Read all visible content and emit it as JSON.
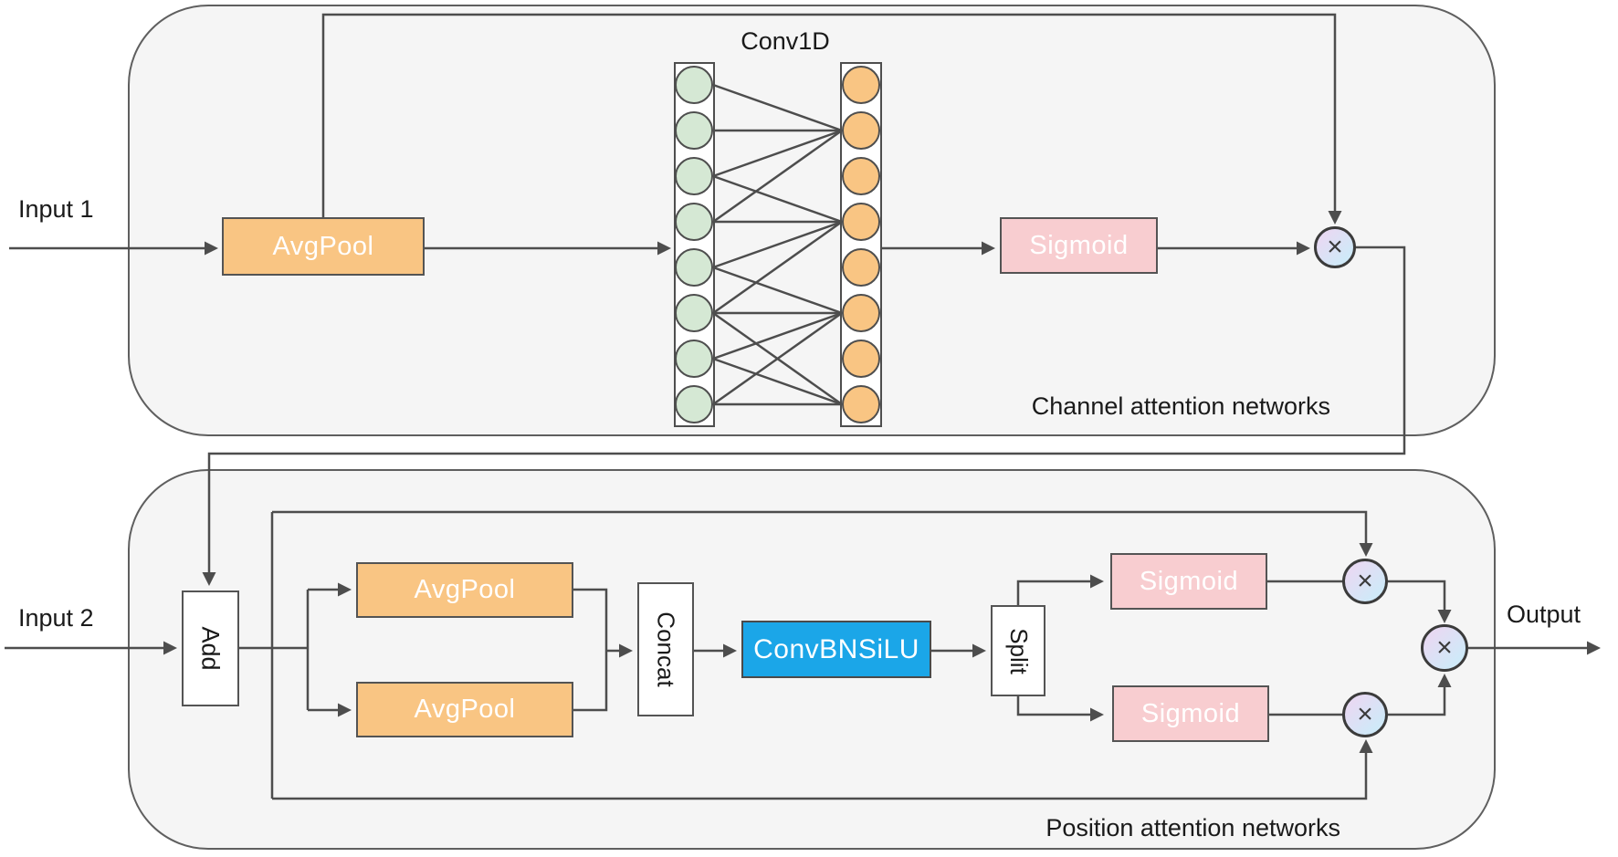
{
  "diagram": {
    "channel_block": {
      "label": "Channel attention networks",
      "input_label": "Input 1",
      "avgpool_label": "AvgPool",
      "conv1d_label": "Conv1D",
      "sigmoid_label": "Sigmoid"
    },
    "position_block": {
      "label": "Position attention networks",
      "input_label": "Input 2",
      "output_label": "Output",
      "add_label": "Add",
      "avgpool_top_label": "AvgPool",
      "avgpool_bottom_label": "AvgPool",
      "concat_label": "Concat",
      "convbnsilu_label": "ConvBNSiLU",
      "split_label": "Split",
      "sigmoid_top_label": "Sigmoid",
      "sigmoid_bottom_label": "Sigmoid"
    },
    "operator_symbol": "×",
    "conv1d": {
      "left_nodes": 8,
      "right_nodes": 8,
      "connections": [
        [
          0,
          1
        ],
        [
          1,
          1
        ],
        [
          2,
          1
        ],
        [
          3,
          1
        ],
        [
          2,
          3
        ],
        [
          3,
          3
        ],
        [
          4,
          3
        ],
        [
          5,
          3
        ],
        [
          4,
          5
        ],
        [
          5,
          5
        ],
        [
          6,
          5
        ],
        [
          7,
          5
        ],
        [
          5,
          7
        ],
        [
          6,
          7
        ],
        [
          7,
          7
        ]
      ]
    },
    "colors": {
      "block_fill": "#f5f5f5",
      "block_border": "#5f5f5f",
      "orange_fill": "#f9c583",
      "green_fill": "#d5e8d4",
      "pink_fill": "#f8cdd0",
      "blue_fill": "#1ba6e8",
      "line": "#4d4d4d",
      "multiply_from": "#e7daf3",
      "multiply_to": "#cfe9f8",
      "white_fill": "#ffffff",
      "text_dark": "#1a1a1a",
      "text_light": "#ffffff"
    }
  }
}
